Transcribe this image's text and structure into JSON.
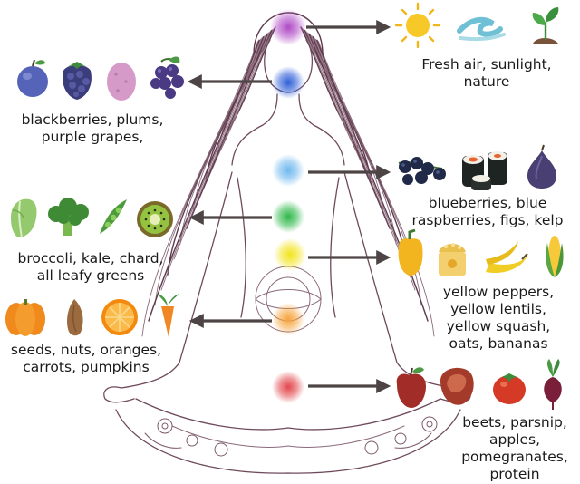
{
  "chakras": [
    {
      "name": "crown-chakra",
      "color": "#b04ac6"
    },
    {
      "name": "third-eye-chakra",
      "color": "#2f5fd8"
    },
    {
      "name": "throat-chakra",
      "color": "#6fb8ee"
    },
    {
      "name": "heart-chakra",
      "color": "#2fb84a"
    },
    {
      "name": "solar-plexus-chakra",
      "color": "#f2e41e"
    },
    {
      "name": "sacral-chakra",
      "color": "#f6a43d"
    },
    {
      "name": "root-chakra",
      "color": "#e2474d"
    }
  ],
  "labels": {
    "crown": "Fresh air, sunlight,\nnature",
    "third_eye": "blackberries, plums,\npurple grapes,",
    "throat": "blueberries, blue\nraspberries, figs, kelp",
    "heart": "broccoli, kale, chard,\nall leafy greens",
    "solar": "yellow peppers,\nyellow lentils,\nyellow squash,\noats, bananas",
    "sacral": "seeds, nuts, oranges,\ncarrots, pumpkins",
    "root": "beets, parsnip,\napples,\npomegranates,\nprotein"
  },
  "icons": {
    "crown": [
      "sun-icon",
      "wave-icon",
      "sprout-icon"
    ],
    "third_eye": [
      "plum-icon",
      "blackberry-icon",
      "potato-icon",
      "grapes-icon"
    ],
    "throat": [
      "blueberries-icon",
      "sushi-icon",
      "fig-icon"
    ],
    "heart": [
      "lettuce-icon",
      "broccoli-icon",
      "peapod-icon",
      "kiwi-icon"
    ],
    "solar": [
      "yellow-pepper-icon",
      "lentils-jar-icon",
      "bananas-icon",
      "corn-icon"
    ],
    "sacral": [
      "pumpkin-icon",
      "almond-icon",
      "orange-slice-icon",
      "carrot-icon"
    ],
    "root": [
      "apple-icon",
      "steak-icon",
      "tomato-icon",
      "beet-icon"
    ]
  }
}
